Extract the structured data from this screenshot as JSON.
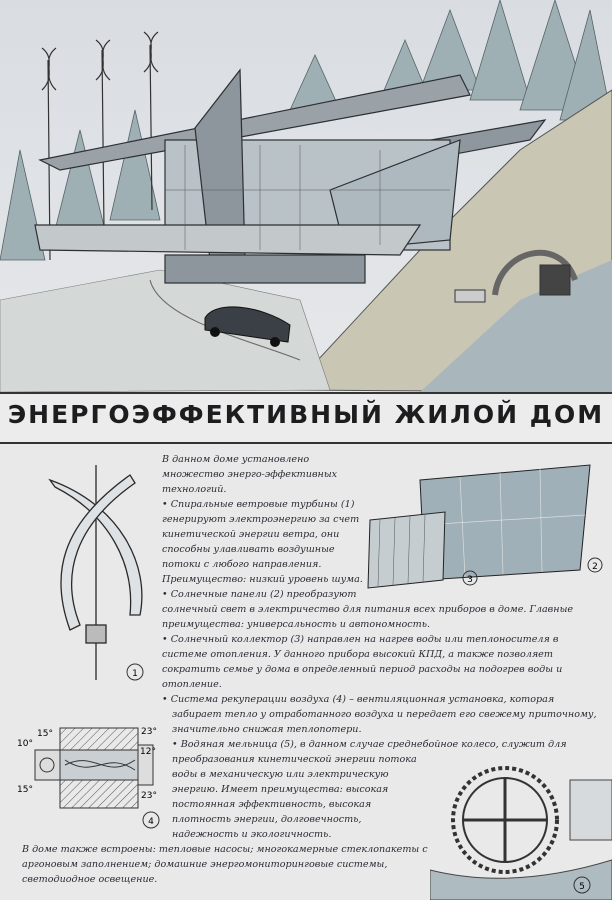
{
  "poster": {
    "title": "ЭНЕРГОЭФФЕКТИВНЫЙ ЖИЛОЙ ДОМ",
    "intro": "В данном доме установлено множество энерго-эффективных технологий.",
    "items": [
      "• Спиральные ветровые турбины (1) генерируют электроэнергию за счет кинетической энергии ветра, они способны улавливать воздушные потоки с любого направления. Преимущество: низкий уровень шума.",
      "• Солнечные панели (2) преобразуют солнечный свет в электричество для питания всех приборов в доме. Главные преимущества: универсальность и автономность.",
      "• Солнечный коллектор (3) направлен на нагрев воды или теплоносителя в системе отопления. У данного прибора высокий КПД, а также позволяет сократить семье у дома в определенный период расходы на подогрев воды и отопление.",
      "• Система рекуперации воздуха (4) – вентиляционная установка, которая забирает тепло у отработанного воздуха и передает его свежему приточному, значительно снижая теплопотери.",
      "• Водяная мельница (5), в данном случае среднебойное колесо, служит для преобразования кинетической энергии потока воды в механическую или электрическую энергию. Имеет преимущества: высокая постоянная эффективность, высокая плотность энергии, долговечность, надежность и экологичность."
    ],
    "footer": "В доме также встроены: тепловые насосы; многокамерные стеклопакеты с аргоновым заполнением; домашние энергомониторинговые системы, светодиодное освещение.",
    "labels": {
      "n1": "1",
      "n2": "2",
      "n3": "3",
      "n4": "4",
      "n5": "5"
    },
    "angles": {
      "a1": "15°",
      "a2": "10°",
      "a3": "15°",
      "a4": "23°",
      "a5": "12°",
      "a6": "23°"
    }
  }
}
